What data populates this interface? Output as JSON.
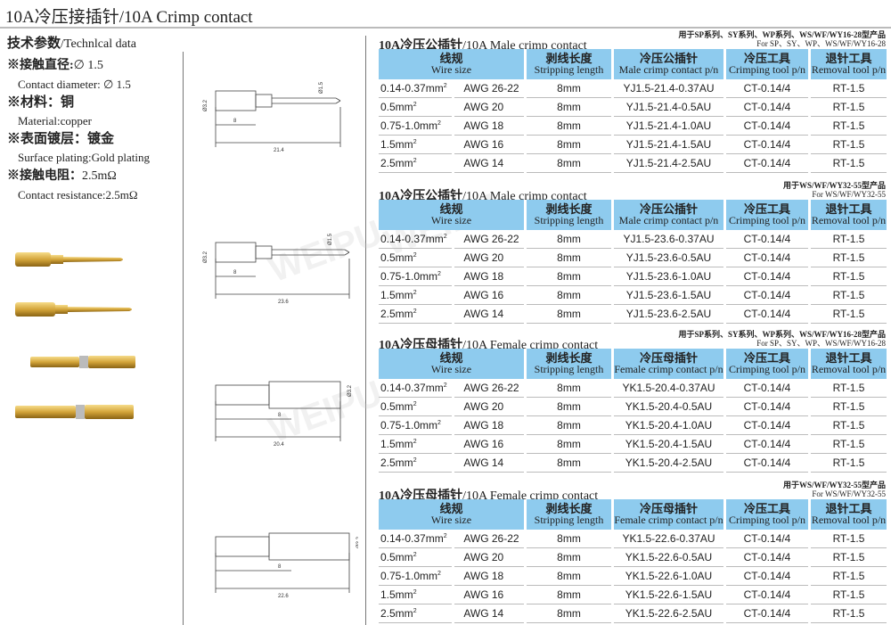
{
  "title": "10A冷压接插针/10A Crimp contact",
  "tech": {
    "heading_zh": "技术参数",
    "heading_en": "/Technlcal data",
    "items": [
      {
        "zh": "※接触直径:",
        "zh_val": "∅ 1.5",
        "en": "Contact diameter:  ∅ 1.5"
      },
      {
        "zh": "※材料：铜",
        "zh_val": "",
        "en": "Material:copper"
      },
      {
        "zh": "※表面镀层：镀金",
        "zh_val": "",
        "en": "Surface plating:Gold plating"
      },
      {
        "zh": "※接触电阻：",
        "zh_val": "2.5mΩ",
        "en": "Contact resistance:2.5mΩ"
      }
    ]
  },
  "watermark": "WEIPU",
  "drawings": [
    {
      "d_small": "Ø1.5",
      "d_big": "Ø3.2",
      "strip": "8",
      "length": "21.4"
    },
    {
      "d_small": "Ø1.5",
      "d_big": "Ø3.2",
      "strip": "8",
      "length": "23.6"
    },
    {
      "d_small": "",
      "d_big": "Ø3.2",
      "strip": "8",
      "length": "20.4"
    },
    {
      "d_small": "",
      "d_big": "Ø3.2",
      "strip": "8",
      "length": "22.6"
    }
  ],
  "colors": {
    "header_bg": "#8ecbee",
    "pin_gold": "#d4a53a"
  },
  "sections": [
    {
      "title_zh": "10A冷压公插针",
      "title_en": "/10A Male crimp contact",
      "note_zh": "用于SP系列、SY系列、WP系列、WS/WF/WY16-28型产品",
      "note_en": "For SP、SY、WP、WS/WF/WY16-28",
      "headers": [
        {
          "zh": "线规",
          "en": "Wire size"
        },
        {
          "zh": "剥线长度",
          "en": "Stripping  length"
        },
        {
          "zh": "冷压公插针",
          "en": "Male crimp contact p/n"
        },
        {
          "zh": "冷压工具",
          "en": "Crimping tool p/n"
        },
        {
          "zh": "退针工具",
          "en": "Removal tool p/n"
        }
      ],
      "rows": [
        [
          "0.14-0.37mm",
          "AWG 26-22",
          "8mm",
          "YJ1.5-21.4-0.37AU",
          "CT-0.14/4",
          "RT-1.5"
        ],
        [
          "0.5mm",
          "AWG 20",
          "8mm",
          "YJ1.5-21.4-0.5AU",
          "CT-0.14/4",
          "RT-1.5"
        ],
        [
          "0.75-1.0mm",
          "AWG 18",
          "8mm",
          "YJ1.5-21.4-1.0AU",
          "CT-0.14/4",
          "RT-1.5"
        ],
        [
          "1.5mm",
          "AWG 16",
          "8mm",
          "YJ1.5-21.4-1.5AU",
          "CT-0.14/4",
          "RT-1.5"
        ],
        [
          "2.5mm",
          "AWG 14",
          "8mm",
          "YJ1.5-21.4-2.5AU",
          "CT-0.14/4",
          "RT-1.5"
        ]
      ]
    },
    {
      "title_zh": "10A冷压公插针",
      "title_en": "/10A Male crimp contact",
      "note_zh": "用于WS/WF/WY32-55型产品",
      "note_en": "For WS/WF/WY32-55",
      "headers": [
        {
          "zh": "线规",
          "en": "Wire size"
        },
        {
          "zh": "剥线长度",
          "en": "Stripping  length"
        },
        {
          "zh": "冷压公插针",
          "en": "Male crimp contact p/n"
        },
        {
          "zh": "冷压工具",
          "en": "Crimping tool p/n"
        },
        {
          "zh": "退针工具",
          "en": "Removal tool p/n"
        }
      ],
      "rows": [
        [
          "0.14-0.37mm",
          "AWG 26-22",
          "8mm",
          "YJ1.5-23.6-0.37AU",
          "CT-0.14/4",
          "RT-1.5"
        ],
        [
          "0.5mm",
          "AWG 20",
          "8mm",
          "YJ1.5-23.6-0.5AU",
          "CT-0.14/4",
          "RT-1.5"
        ],
        [
          "0.75-1.0mm",
          "AWG 18",
          "8mm",
          "YJ1.5-23.6-1.0AU",
          "CT-0.14/4",
          "RT-1.5"
        ],
        [
          "1.5mm",
          "AWG 16",
          "8mm",
          "YJ1.5-23.6-1.5AU",
          "CT-0.14/4",
          "RT-1.5"
        ],
        [
          "2.5mm",
          "AWG 14",
          "8mm",
          "YJ1.5-23.6-2.5AU",
          "CT-0.14/4",
          "RT-1.5"
        ]
      ]
    },
    {
      "title_zh": "10A冷压母插针",
      "title_en": "/10A Female crimp contact",
      "note_zh": "用于SP系列、SY系列、WP系列、WS/WF/WY16-28型产品",
      "note_en": "For SP、SY、WP、WS/WF/WY16-28",
      "headers": [
        {
          "zh": "线规",
          "en": "Wire size"
        },
        {
          "zh": "剥线长度",
          "en": "Stripping  length"
        },
        {
          "zh": "冷压母插针",
          "en": "Female crimp contact p/n"
        },
        {
          "zh": "冷压工具",
          "en": "Crimping tool p/n"
        },
        {
          "zh": "退针工具",
          "en": "Removal tool p/n"
        }
      ],
      "rows": [
        [
          "0.14-0.37mm",
          "AWG 26-22",
          "8mm",
          "YK1.5-20.4-0.37AU",
          "CT-0.14/4",
          "RT-1.5"
        ],
        [
          "0.5mm",
          "AWG 20",
          "8mm",
          "YK1.5-20.4-0.5AU",
          "CT-0.14/4",
          "RT-1.5"
        ],
        [
          "0.75-1.0mm",
          "AWG 18",
          "8mm",
          "YK1.5-20.4-1.0AU",
          "CT-0.14/4",
          "RT-1.5"
        ],
        [
          "1.5mm",
          "AWG 16",
          "8mm",
          "YK1.5-20.4-1.5AU",
          "CT-0.14/4",
          "RT-1.5"
        ],
        [
          "2.5mm",
          "AWG 14",
          "8mm",
          "YK1.5-20.4-2.5AU",
          "CT-0.14/4",
          "RT-1.5"
        ]
      ]
    },
    {
      "title_zh": "10A冷压母插针",
      "title_en": "/10A Female crimp contact",
      "note_zh": "用于WS/WF/WY32-55型产品",
      "note_en": "For WS/WF/WY32-55",
      "headers": [
        {
          "zh": "线规",
          "en": "Wire size"
        },
        {
          "zh": "剥线长度",
          "en": "Stripping  length"
        },
        {
          "zh": "冷压母插针",
          "en": "Female crimp contact p/n"
        },
        {
          "zh": "冷压工具",
          "en": "Crimping tool p/n"
        },
        {
          "zh": "退针工具",
          "en": "Removal tool p/n"
        }
      ],
      "rows": [
        [
          "0.14-0.37mm",
          "AWG 26-22",
          "8mm",
          "YK1.5-22.6-0.37AU",
          "CT-0.14/4",
          "RT-1.5"
        ],
        [
          "0.5mm",
          "AWG 20",
          "8mm",
          "YK1.5-22.6-0.5AU",
          "CT-0.14/4",
          "RT-1.5"
        ],
        [
          "0.75-1.0mm",
          "AWG 18",
          "8mm",
          "YK1.5-22.6-1.0AU",
          "CT-0.14/4",
          "RT-1.5"
        ],
        [
          "1.5mm",
          "AWG 16",
          "8mm",
          "YK1.5-22.6-1.5AU",
          "CT-0.14/4",
          "RT-1.5"
        ],
        [
          "2.5mm",
          "AWG 14",
          "8mm",
          "YK1.5-22.6-2.5AU",
          "CT-0.14/4",
          "RT-1.5"
        ]
      ]
    }
  ]
}
